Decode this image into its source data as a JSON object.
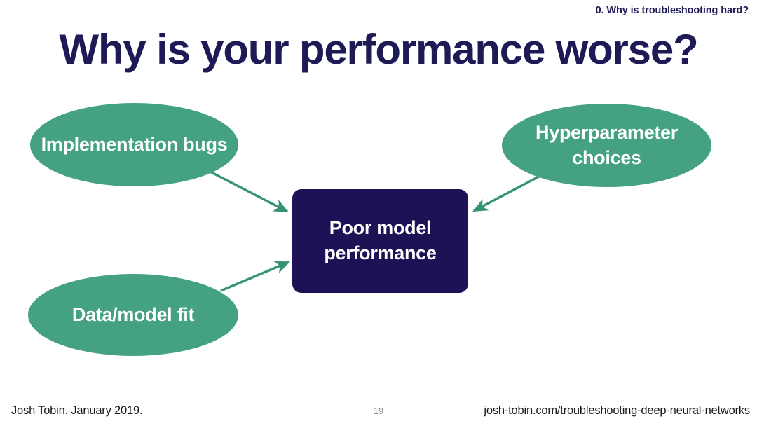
{
  "slide": {
    "kicker": "0. Why is troubleshooting hard?",
    "title": "Why is your performance worse?",
    "colors": {
      "navy": "#1e1155",
      "title_navy": "#1e1a56",
      "green": "#44a282",
      "white": "#ffffff",
      "page_gray": "#8a8a8a"
    }
  },
  "diagram": {
    "nodes": [
      {
        "id": "implementation-bugs",
        "shape": "ellipse",
        "label": "Implementation bugs"
      },
      {
        "id": "hyperparameter-choices",
        "shape": "ellipse",
        "label": "Hyperparameter choices"
      },
      {
        "id": "data-model-fit",
        "shape": "ellipse",
        "label": "Data/model fit"
      },
      {
        "id": "poor-model-performance",
        "shape": "rounded-rect",
        "label": "Poor model performance"
      }
    ],
    "edges": [
      {
        "from": "implementation-bugs",
        "to": "poor-model-performance",
        "style": "arrow"
      },
      {
        "from": "hyperparameter-choices",
        "to": "poor-model-performance",
        "style": "arrow"
      },
      {
        "from": "data-model-fit",
        "to": "poor-model-performance",
        "style": "arrow"
      }
    ]
  },
  "footer": {
    "author": "Josh Tobin. January 2019.",
    "page_number": "19",
    "link": "josh-tobin.com/troubleshooting-deep-neural-networks"
  }
}
